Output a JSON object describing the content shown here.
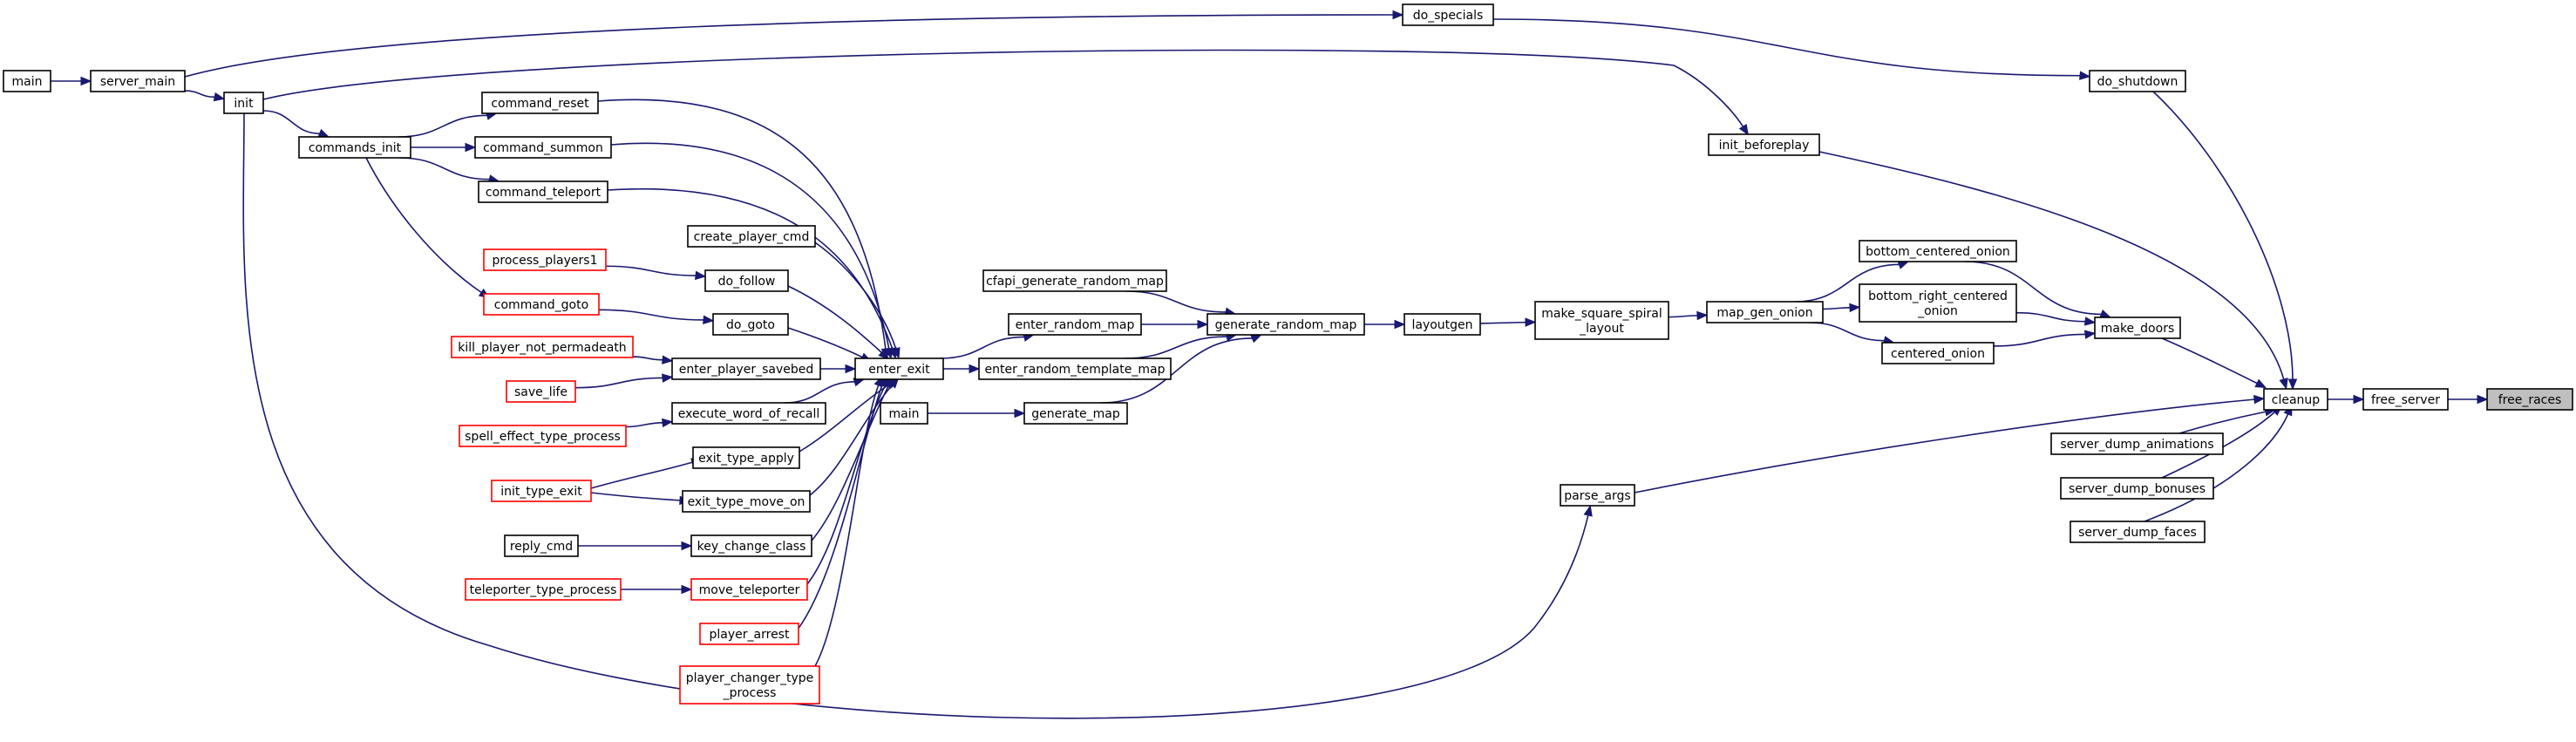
{
  "colors": {
    "edge": "#191970",
    "node_border": "#000000",
    "external_border": "#ff0000",
    "highlight_fill": "#bfbfbf",
    "background": "#ffffff"
  },
  "nodes": [
    {
      "id": "main1",
      "label": [
        "main"
      ],
      "style": "normal"
    },
    {
      "id": "server_main",
      "label": [
        "server_main"
      ],
      "style": "normal"
    },
    {
      "id": "init",
      "label": [
        "init"
      ],
      "style": "normal"
    },
    {
      "id": "commands_init",
      "label": [
        "commands_init"
      ],
      "style": "normal"
    },
    {
      "id": "command_reset",
      "label": [
        "command_reset"
      ],
      "style": "normal"
    },
    {
      "id": "command_summon",
      "label": [
        "command_summon"
      ],
      "style": "normal"
    },
    {
      "id": "command_teleport",
      "label": [
        "command_teleport"
      ],
      "style": "normal"
    },
    {
      "id": "create_player_cmd",
      "label": [
        "create_player_cmd"
      ],
      "style": "normal"
    },
    {
      "id": "process_players1",
      "label": [
        "process_players1"
      ],
      "style": "external"
    },
    {
      "id": "do_follow",
      "label": [
        "do_follow"
      ],
      "style": "normal"
    },
    {
      "id": "command_goto",
      "label": [
        "command_goto"
      ],
      "style": "external"
    },
    {
      "id": "do_goto",
      "label": [
        "do_goto"
      ],
      "style": "normal"
    },
    {
      "id": "kill_player_not_permadeath",
      "label": [
        "kill_player_not_permadeath"
      ],
      "style": "external"
    },
    {
      "id": "enter_player_savebed",
      "label": [
        "enter_player_savebed"
      ],
      "style": "normal"
    },
    {
      "id": "save_life",
      "label": [
        "save_life"
      ],
      "style": "external"
    },
    {
      "id": "execute_word_of_recall",
      "label": [
        "execute_word_of_recall"
      ],
      "style": "normal"
    },
    {
      "id": "spell_effect_type_process",
      "label": [
        "spell_effect_type_process"
      ],
      "style": "external"
    },
    {
      "id": "exit_type_apply",
      "label": [
        "exit_type_apply"
      ],
      "style": "normal"
    },
    {
      "id": "init_type_exit",
      "label": [
        "init_type_exit"
      ],
      "style": "external"
    },
    {
      "id": "exit_type_move_on",
      "label": [
        "exit_type_move_on"
      ],
      "style": "normal"
    },
    {
      "id": "reply_cmd",
      "label": [
        "reply_cmd"
      ],
      "style": "normal"
    },
    {
      "id": "key_change_class",
      "label": [
        "key_change_class"
      ],
      "style": "normal"
    },
    {
      "id": "teleporter_type_process",
      "label": [
        "teleporter_type_process"
      ],
      "style": "external"
    },
    {
      "id": "move_teleporter",
      "label": [
        "move_teleporter"
      ],
      "style": "external"
    },
    {
      "id": "player_arrest",
      "label": [
        "player_arrest"
      ],
      "style": "external"
    },
    {
      "id": "player_changer_type_process",
      "label": [
        "player_changer_type",
        "_process"
      ],
      "style": "external"
    },
    {
      "id": "enter_exit",
      "label": [
        "enter_exit"
      ],
      "style": "normal"
    },
    {
      "id": "cfapi_generate_random_map",
      "label": [
        "cfapi_generate_random_map"
      ],
      "style": "normal"
    },
    {
      "id": "enter_random_map",
      "label": [
        "enter_random_map"
      ],
      "style": "normal"
    },
    {
      "id": "enter_random_template_map",
      "label": [
        "enter_random_template_map"
      ],
      "style": "normal"
    },
    {
      "id": "main2",
      "label": [
        "main"
      ],
      "style": "normal"
    },
    {
      "id": "generate_map",
      "label": [
        "generate_map"
      ],
      "style": "normal"
    },
    {
      "id": "generate_random_map",
      "label": [
        "generate_random_map"
      ],
      "style": "normal"
    },
    {
      "id": "layoutgen",
      "label": [
        "layoutgen"
      ],
      "style": "normal"
    },
    {
      "id": "make_square_spiral_layout",
      "label": [
        "make_square_spiral",
        "_layout"
      ],
      "style": "normal"
    },
    {
      "id": "map_gen_onion",
      "label": [
        "map_gen_onion"
      ],
      "style": "normal"
    },
    {
      "id": "bottom_centered_onion",
      "label": [
        "bottom_centered_onion"
      ],
      "style": "normal"
    },
    {
      "id": "bottom_right_centered_onion",
      "label": [
        "bottom_right_centered",
        "_onion"
      ],
      "style": "normal"
    },
    {
      "id": "centered_onion",
      "label": [
        "centered_onion"
      ],
      "style": "normal"
    },
    {
      "id": "make_doors",
      "label": [
        "make_doors"
      ],
      "style": "normal"
    },
    {
      "id": "do_specials",
      "label": [
        "do_specials"
      ],
      "style": "normal"
    },
    {
      "id": "do_shutdown",
      "label": [
        "do_shutdown"
      ],
      "style": "normal"
    },
    {
      "id": "init_beforeplay",
      "label": [
        "init_beforeplay"
      ],
      "style": "normal"
    },
    {
      "id": "parse_args",
      "label": [
        "parse_args"
      ],
      "style": "normal"
    },
    {
      "id": "cleanup",
      "label": [
        "cleanup"
      ],
      "style": "normal"
    },
    {
      "id": "server_dump_animations",
      "label": [
        "server_dump_animations"
      ],
      "style": "normal"
    },
    {
      "id": "server_dump_bonuses",
      "label": [
        "server_dump_bonuses"
      ],
      "style": "normal"
    },
    {
      "id": "server_dump_faces",
      "label": [
        "server_dump_faces"
      ],
      "style": "normal"
    },
    {
      "id": "free_server",
      "label": [
        "free_server"
      ],
      "style": "normal"
    },
    {
      "id": "free_races",
      "label": [
        "free_races"
      ],
      "style": "highlight"
    }
  ],
  "edges": [
    {
      "from": "main1",
      "to": "server_main"
    },
    {
      "from": "server_main",
      "to": "init"
    },
    {
      "from": "server_main",
      "to": "do_specials"
    },
    {
      "from": "init",
      "to": "commands_init"
    },
    {
      "from": "init",
      "to": "init_beforeplay"
    },
    {
      "from": "init",
      "to": "parse_args"
    },
    {
      "from": "commands_init",
      "to": "command_reset"
    },
    {
      "from": "commands_init",
      "to": "command_summon"
    },
    {
      "from": "commands_init",
      "to": "command_teleport"
    },
    {
      "from": "commands_init",
      "to": "command_goto"
    },
    {
      "from": "command_reset",
      "to": "enter_exit"
    },
    {
      "from": "command_summon",
      "to": "enter_exit"
    },
    {
      "from": "command_teleport",
      "to": "enter_exit"
    },
    {
      "from": "create_player_cmd",
      "to": "enter_exit"
    },
    {
      "from": "process_players1",
      "to": "do_follow"
    },
    {
      "from": "do_follow",
      "to": "enter_exit"
    },
    {
      "from": "command_goto",
      "to": "do_goto"
    },
    {
      "from": "do_goto",
      "to": "enter_exit"
    },
    {
      "from": "kill_player_not_permadeath",
      "to": "enter_player_savebed"
    },
    {
      "from": "save_life",
      "to": "enter_player_savebed"
    },
    {
      "from": "enter_player_savebed",
      "to": "enter_exit"
    },
    {
      "from": "spell_effect_type_process",
      "to": "execute_word_of_recall"
    },
    {
      "from": "execute_word_of_recall",
      "to": "enter_exit"
    },
    {
      "from": "init_type_exit",
      "to": "exit_type_apply"
    },
    {
      "from": "init_type_exit",
      "to": "exit_type_move_on"
    },
    {
      "from": "exit_type_apply",
      "to": "enter_exit"
    },
    {
      "from": "exit_type_move_on",
      "to": "enter_exit"
    },
    {
      "from": "reply_cmd",
      "to": "key_change_class"
    },
    {
      "from": "key_change_class",
      "to": "enter_exit"
    },
    {
      "from": "teleporter_type_process",
      "to": "move_teleporter"
    },
    {
      "from": "move_teleporter",
      "to": "enter_exit"
    },
    {
      "from": "player_arrest",
      "to": "enter_exit"
    },
    {
      "from": "player_changer_type_process",
      "to": "enter_exit"
    },
    {
      "from": "enter_exit",
      "to": "enter_random_map"
    },
    {
      "from": "enter_exit",
      "to": "enter_random_template_map"
    },
    {
      "from": "cfapi_generate_random_map",
      "to": "generate_random_map"
    },
    {
      "from": "enter_random_map",
      "to": "generate_random_map"
    },
    {
      "from": "enter_random_template_map",
      "to": "generate_random_map"
    },
    {
      "from": "main2",
      "to": "generate_map"
    },
    {
      "from": "generate_map",
      "to": "generate_random_map"
    },
    {
      "from": "generate_random_map",
      "to": "layoutgen"
    },
    {
      "from": "layoutgen",
      "to": "make_square_spiral_layout"
    },
    {
      "from": "make_square_spiral_layout",
      "to": "map_gen_onion"
    },
    {
      "from": "map_gen_onion",
      "to": "bottom_centered_onion"
    },
    {
      "from": "map_gen_onion",
      "to": "bottom_right_centered_onion"
    },
    {
      "from": "map_gen_onion",
      "to": "centered_onion"
    },
    {
      "from": "bottom_centered_onion",
      "to": "make_doors"
    },
    {
      "from": "bottom_right_centered_onion",
      "to": "make_doors"
    },
    {
      "from": "centered_onion",
      "to": "make_doors"
    },
    {
      "from": "make_doors",
      "to": "cleanup"
    },
    {
      "from": "do_specials",
      "to": "do_shutdown"
    },
    {
      "from": "do_shutdown",
      "to": "cleanup"
    },
    {
      "from": "init_beforeplay",
      "to": "cleanup"
    },
    {
      "from": "parse_args",
      "to": "cleanup"
    },
    {
      "from": "server_dump_animations",
      "to": "cleanup"
    },
    {
      "from": "server_dump_bonuses",
      "to": "cleanup"
    },
    {
      "from": "server_dump_faces",
      "to": "cleanup"
    },
    {
      "from": "cleanup",
      "to": "free_server"
    },
    {
      "from": "free_server",
      "to": "free_races"
    }
  ]
}
